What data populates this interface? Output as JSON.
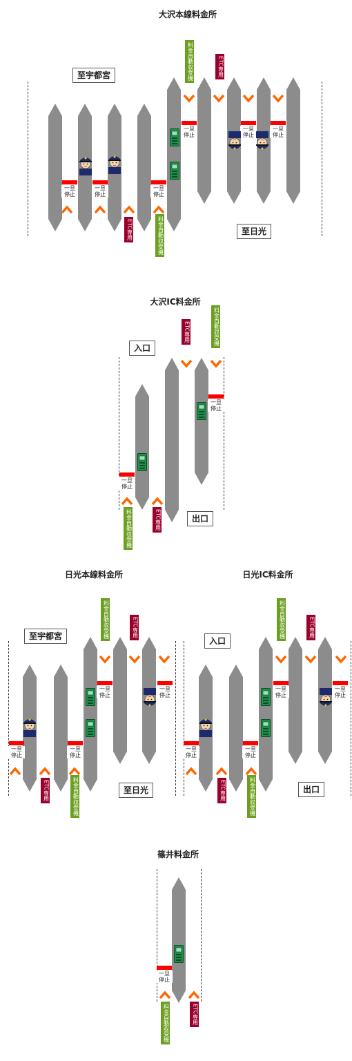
{
  "sections": {
    "oosawa_main": {
      "title": "大沢本線料金所",
      "dir_left": "至宇都宮",
      "dir_right": "至日光"
    },
    "oosawa_ic": {
      "title": "大沢IC料金所",
      "dir_entry": "入口",
      "dir_exit": "出口"
    },
    "nikko_main": {
      "title": "日光本線料金所",
      "dir_left": "至宇都宮",
      "dir_right": "至日光"
    },
    "nikko_ic": {
      "title": "日光IC料金所",
      "dir_entry": "入口",
      "dir_exit": "出口"
    },
    "shinoi": {
      "title": "篠井料金所"
    }
  },
  "labels": {
    "stop": "一旦停止",
    "etc": "ETC専用",
    "auto": "料金自動収受機"
  },
  "icons": {
    "arrow": "chevron-icon",
    "machine": "toll-machine-icon",
    "attendant": "toll-attendant-icon"
  },
  "colors": {
    "island": "#8c8c8c",
    "stop_bar": "#ff0000",
    "arrow": "#ff6600",
    "etc_tag": "#99002b",
    "auto_tag": "#6b9f1f",
    "machine": "#1f8f4a"
  }
}
